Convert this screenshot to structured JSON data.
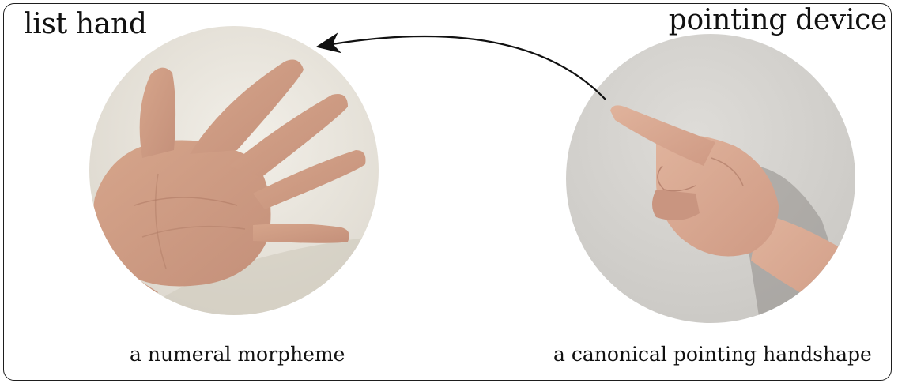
{
  "left_panel": {
    "title": "list hand",
    "caption": "a numeral morpheme",
    "image": "open-palm-hand-photo"
  },
  "right_panel": {
    "title": "pointing device",
    "caption": "a canonical pointing handshape",
    "image": "index-finger-pointing-hand-photo"
  },
  "arrow": {
    "from": "right_panel",
    "to": "left_panel"
  },
  "colors": {
    "border": "#1e1e1e",
    "text": "#111111",
    "skin": "#d9a88c",
    "left_background": "#e9e5dc",
    "right_background": "#d6d4d0"
  }
}
